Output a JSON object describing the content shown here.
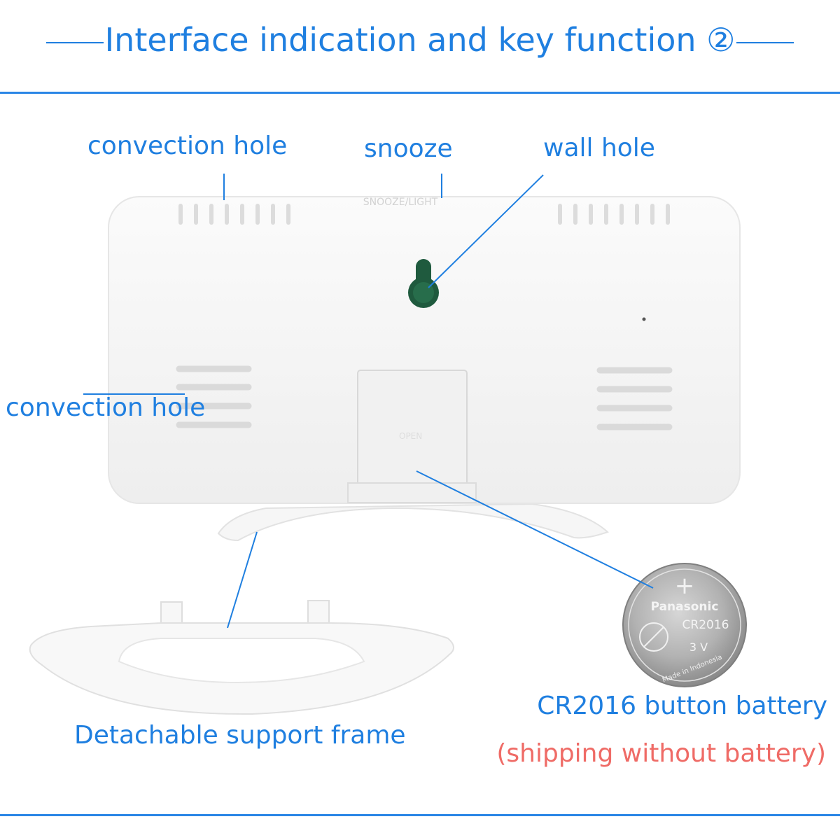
{
  "header": {
    "title": "Interface indication and key function ②"
  },
  "labels": {
    "convection_top": "convection hole",
    "snooze": "snooze",
    "wall_hole": "wall hole",
    "convection_side": "convection hole",
    "support_frame": "Detachable support frame",
    "battery": "CR2016 button battery",
    "shipping_note": "(shipping without battery)"
  },
  "battery_coin": {
    "brand": "Panasonic",
    "model": "CR2016",
    "voltage": "3 V",
    "origin": "Made in Indonesia",
    "polarity": "+"
  },
  "colors": {
    "accent": "#1f7fe0",
    "note": "#ef6b66",
    "device": "#f4f4f4",
    "wall_hole": "#1f5a3e"
  }
}
